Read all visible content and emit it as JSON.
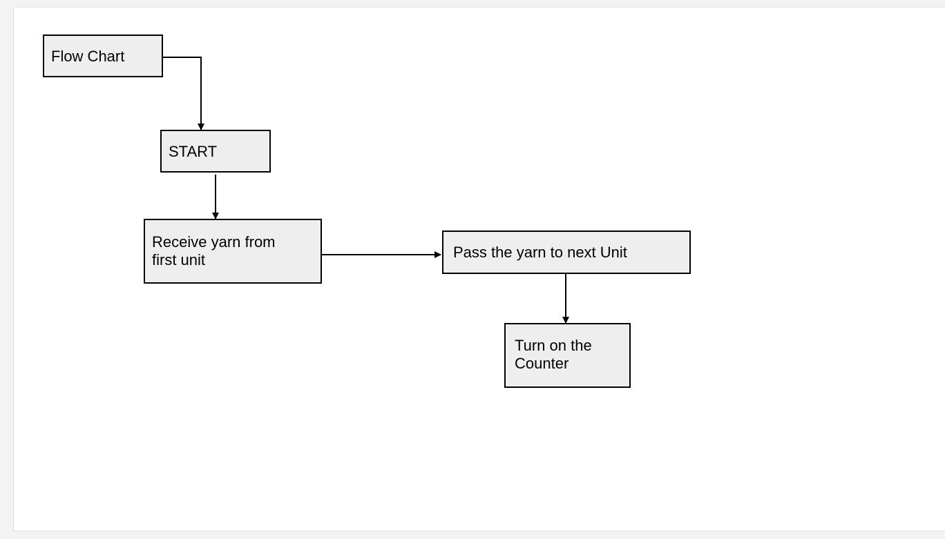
{
  "diagram": {
    "nodes": {
      "flow_chart": "Flow Chart",
      "start": "START",
      "receive_yarn": "Receive yarn from\nfirst unit",
      "pass_yarn": "Pass the yarn to next Unit",
      "turn_on_counter": "Turn on the\nCounter"
    },
    "edges": [
      {
        "from": "flow_chart",
        "to": "start"
      },
      {
        "from": "start",
        "to": "receive_yarn"
      },
      {
        "from": "receive_yarn",
        "to": "pass_yarn"
      },
      {
        "from": "pass_yarn",
        "to": "turn_on_counter"
      }
    ]
  }
}
